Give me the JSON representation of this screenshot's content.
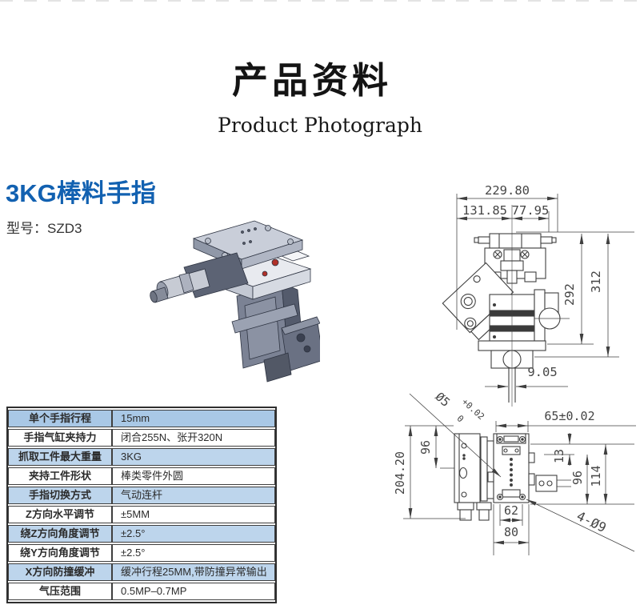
{
  "page": {
    "title": "产品资料",
    "subtitle": "Product Photograph"
  },
  "product": {
    "name": "3KG棒料手指",
    "model": "型号：SZD3"
  },
  "colors": {
    "accent_blue": "#1261b1",
    "table_header_blue": "#a9c8e6",
    "table_row_blue": "#bdd5ec",
    "drawing_line": "#3f3f3f"
  },
  "spec_table": {
    "rows": [
      {
        "label": "单个手指行程",
        "value": "15mm"
      },
      {
        "label": "手指气缸夹持力",
        "value": "闭合255N、张开320N"
      },
      {
        "label": "抓取工件最大重量",
        "value": "3KG"
      },
      {
        "label": "夹持工件形状",
        "value": "棒类零件外圆"
      },
      {
        "label": "手指切换方式",
        "value": "气动连杆"
      },
      {
        "label": "Z方向水平调节",
        "value": "±5MM"
      },
      {
        "label": "绕Z方向角度调节",
        "value": "±2.5°"
      },
      {
        "label": "绕Y方向角度调节",
        "value": "±2.5°"
      },
      {
        "label": "X方向防撞缓冲",
        "value": "缓冲行程25MM,带防撞异常输出"
      },
      {
        "label": "气压范围",
        "value": "0.5MP–0.7MP"
      }
    ]
  },
  "drawing_top": {
    "dim_total_width": "229.80",
    "dim_left_width": "131.85",
    "dim_right_width": "77.95",
    "dim_height_inner": "292",
    "dim_height_total": "312",
    "dim_tip_width": "9.05"
  },
  "drawing_bottom": {
    "hole_label": "Ø5",
    "hole_tol_upper": "+0.02",
    "hole_tol_lower": "0",
    "dim_top_width": "65±0.02",
    "dim_total_height": "204.20",
    "dim_left_height": "96",
    "dim_right_offset": "13",
    "dim_right_inner": "96",
    "dim_right_height": "114",
    "dim_bottom_inner": "62",
    "dim_bottom_outer": "80",
    "corner_holes": "4-Ø9"
  }
}
